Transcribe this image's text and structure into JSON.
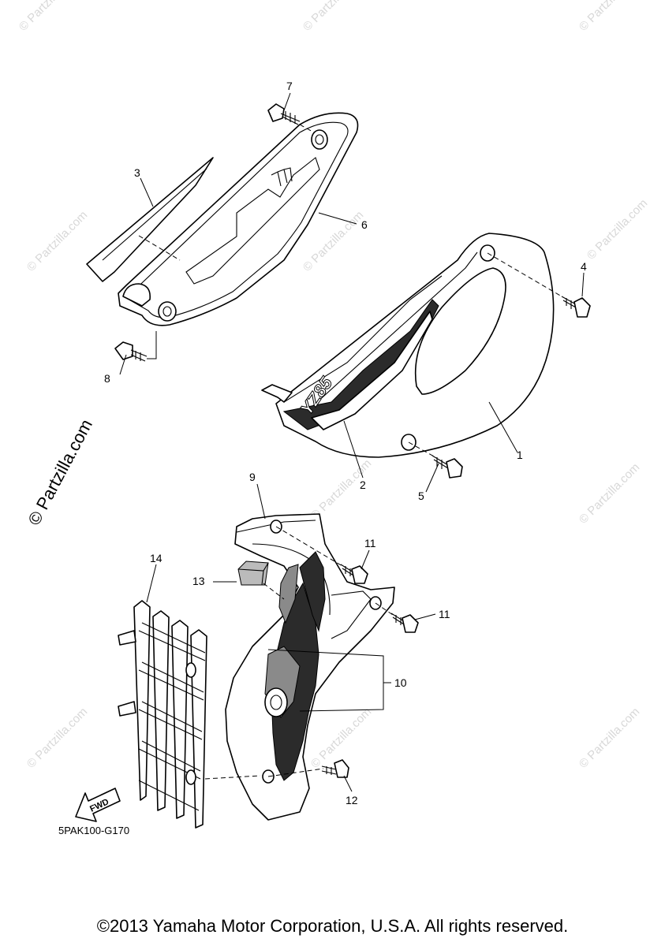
{
  "watermark": {
    "small": "© Partzilla.com",
    "large": "© Partzilla.com"
  },
  "callouts": {
    "c1": "1",
    "c2": "2",
    "c3": "3",
    "c4": "4",
    "c5": "5",
    "c6": "6",
    "c7": "7",
    "c8": "8",
    "c9": "9",
    "c10": "10",
    "c11a": "11",
    "c11b": "11",
    "c12": "12",
    "c13": "13",
    "c14": "14"
  },
  "decal_text": "YZ85",
  "fwd_label": "FWD",
  "diagram_code": "5PAK100-G170",
  "copyright": "©2013 Yamaha Motor Corporation, U.S.A. All rights reserved."
}
